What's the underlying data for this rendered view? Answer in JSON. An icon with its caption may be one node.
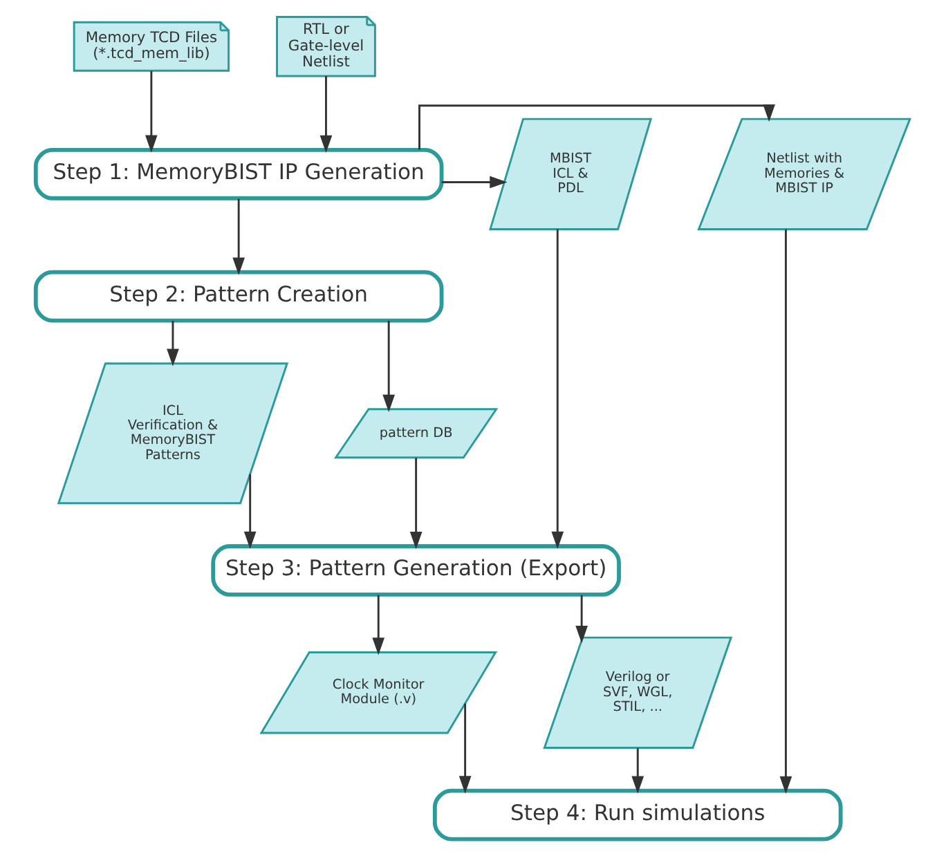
{
  "diagram": {
    "nodes": [
      {
        "text": [
          "Memory TCD Files (*.tcd_mem_lib)"
        ]
      },
      {
        "text": [
          "RTL or Gate-level Netlist"
        ]
      },
      {
        "text": [
          "MBIST ICL & PDL"
        ]
      },
      {
        "text": [
          "Step 1: MemoryBIST IP Generation"
        ]
      },
      {
        "text": [
          "Netlist with Memories & MBIST IP"
        ]
      },
      {
        "text": [
          "Step 2: Pattern Creation"
        ]
      },
      {
        "text": [
          "pattern DB"
        ]
      },
      {
        "text": [
          "ICL Verification & MemoryBIST Patterns"
        ]
      },
      {
        "text": [
          "Step 3: Pattern Generation (Export)"
        ]
      },
      {
        "text": [
          "Verilog or SVF, WGL, STIL, ..."
        ]
      },
      {
        "text": [
          "Clock Monitor Module (.v)"
        ]
      },
      {
        "text": [
          "Step 4: Run simulations"
        ]
      }
    ],
    "edges": [
      {
        "from": 0,
        "to": 3,
        "arrow": "to"
      },
      {
        "from": 1,
        "to": 3,
        "arrow": "to"
      },
      {
        "from": 3,
        "to": 2,
        "arrow": "to"
      },
      {
        "from": 3,
        "to": 4,
        "arrow": "to"
      },
      {
        "from": 3,
        "to": 5,
        "arrow": "to"
      },
      {
        "from": 5,
        "to": 6,
        "arrow": "to"
      },
      {
        "from": 5,
        "to": 7,
        "arrow": "to"
      },
      {
        "from": 2,
        "to": 8,
        "arrow": "to"
      },
      {
        "from": 6,
        "to": 8,
        "arrow": "to"
      },
      {
        "from": 7,
        "to": 8,
        "arrow": "to"
      },
      {
        "from": 8,
        "to": 9,
        "arrow": "to"
      },
      {
        "from": 8,
        "to": 10,
        "arrow": "to"
      },
      {
        "from": 9,
        "to": 11,
        "arrow": "to"
      },
      {
        "from": 10,
        "to": 11,
        "arrow": "to"
      },
      {
        "from": 4,
        "to": 11,
        "arrow": "to"
      }
    ]
  }
}
